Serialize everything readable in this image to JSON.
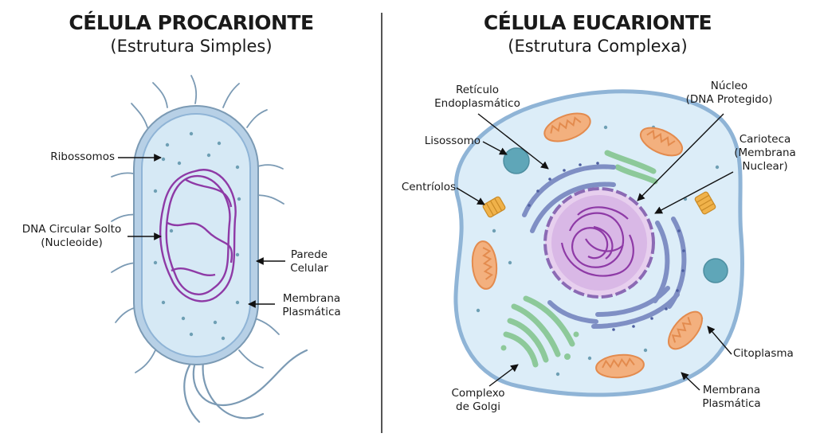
{
  "left": {
    "title": "CÉLULA PROCARIONTE",
    "subtitle": "(Estrutura Simples)",
    "labels": {
      "ribossomos": [
        "Ribossomos"
      ],
      "dna": [
        "DNA Circular Solto",
        "(Nucleoide)"
      ],
      "parede": [
        "Parede",
        "Celular"
      ],
      "membrana": [
        "Membrana",
        "Plasmática"
      ]
    }
  },
  "right": {
    "title": "CÉLULA EUCARIONTE",
    "subtitle": "(Estrutura Complexa)",
    "labels": {
      "reticulo": [
        "Retículo",
        "Endoplasmático"
      ],
      "nucleo": [
        "Núcleo",
        "(DNA Protegido)"
      ],
      "lisossomo": [
        "Lisossomo"
      ],
      "carioteca": [
        "Carioteca",
        "(Membrana",
        "Nuclear)"
      ],
      "centriolos": [
        "Centríolos"
      ],
      "citoplasma": [
        "Citoplasma"
      ],
      "golgi": [
        "Complexo",
        "de Golgi"
      ],
      "membrana": [
        "Membrana",
        "Plasmática"
      ]
    }
  },
  "colors": {
    "membrane": "#8fb4d6",
    "cytoplasm": "#dcedf8",
    "dna": "#8e3aa6",
    "nucleus": "#d9b8e6",
    "mitochondria": "#f0a066",
    "golgi": "#8dc99a",
    "er": "#7f8fc4",
    "lysosome": "#5fa6b8",
    "centriole": "#f0b24a"
  }
}
